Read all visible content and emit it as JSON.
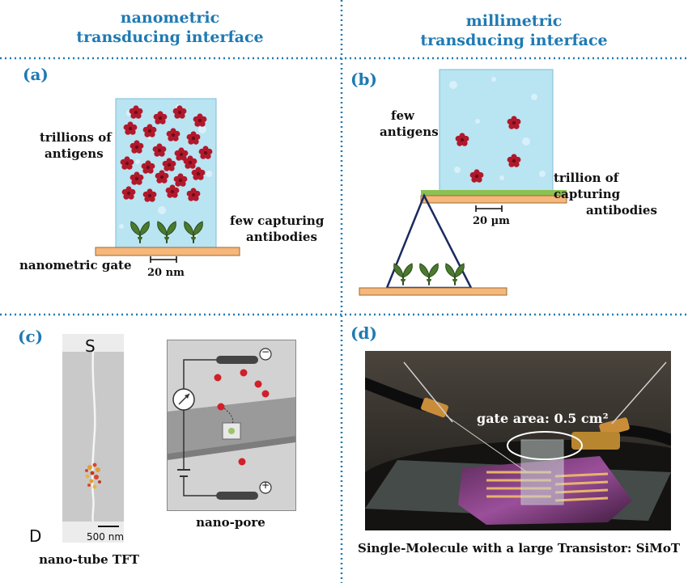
{
  "headers": {
    "left": [
      "nanometric",
      "transducing interface"
    ],
    "right": [
      "millimetric",
      "transducing interface"
    ]
  },
  "panel_a": {
    "label": "(a)",
    "antigens_label": [
      "trillions of",
      "antigens"
    ],
    "capture_label": [
      "few capturing",
      "antibodies"
    ],
    "gate_label": "nanometric gate",
    "scale_label": "20 nm"
  },
  "panel_b": {
    "label": "(b)",
    "antigens_label": [
      "few",
      "antigens"
    ],
    "capture_label": [
      "trillion of capturing",
      "antibodies"
    ],
    "scale_label": "20 µm"
  },
  "panel_c": {
    "label": "(c)",
    "tube_top_letter": "S",
    "tube_bottom_letter": "D",
    "tube_scale": "500 nm",
    "tube_caption": "nano-tube TFT",
    "pore_caption": "nano-pore",
    "minus_symbol": "−",
    "plus_symbol": "+"
  },
  "panel_d": {
    "label": "(d)",
    "gate_area": "gate area: 0.5 cm²",
    "caption": "Single-Molecule with a large Transistor: SiMoT"
  },
  "colors": {
    "accent": "#1f7ab3",
    "gate": "#f6b77a",
    "antigen": "#b2182b",
    "antibody": "#4a7a2e",
    "water": "#b9e4f2",
    "capture_layer": "#8cc152"
  }
}
